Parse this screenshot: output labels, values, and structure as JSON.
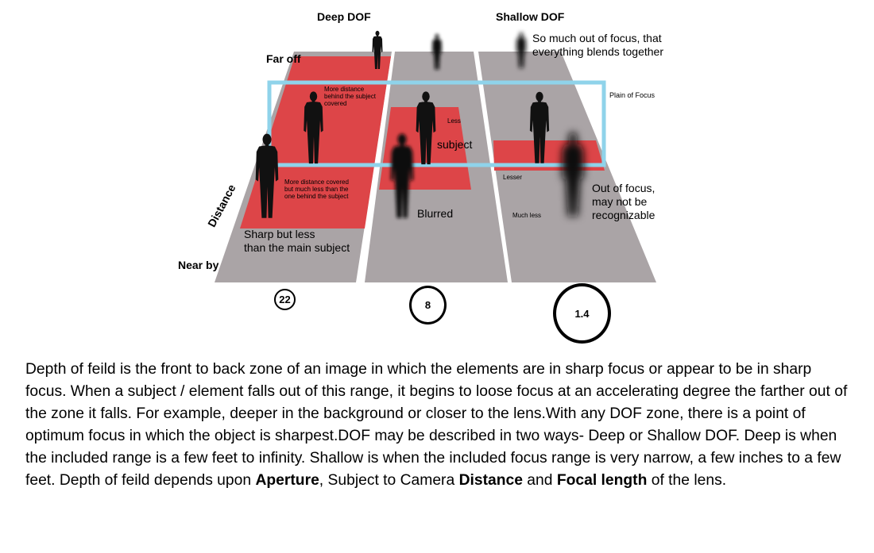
{
  "diagram": {
    "columns": [
      {
        "heading": "Deep DOF",
        "f_number": "22"
      },
      {
        "heading": "",
        "f_number": "8"
      },
      {
        "heading": "Shallow DOF",
        "f_number": "1.4"
      }
    ],
    "distance_axis": {
      "label": "Distance",
      "far": "Far off",
      "near": "Near by"
    },
    "focus_plane_label": "Plain of Focus",
    "annotations": {
      "far_blend": "So much out of focus, that\neverything blends together",
      "deep_behind": "More distance\nbehind the subject\ncovered",
      "deep_front": "More distance covered\nbut much less than the\none behind the subject",
      "deep_near": "Sharp but less\nthan the main subject",
      "mid_less": "Less",
      "subject": "subject",
      "mid_blurred": "Blurred",
      "shallow_lesser": "Lesser",
      "shallow_much_less": "Much less",
      "shallow_out_of_focus": "Out of focus,\nmay not be\nrecognizable"
    },
    "colors": {
      "floor": "#aaa4a6",
      "sharp_zone": "#dd4548",
      "focus_plane": "#8fd3ea",
      "figure": "#111111"
    }
  },
  "description": {
    "text_1": "Depth of feild is the front to back zone of an image in which the elements are in sharp focus or appear to be in sharp focus. When a subject / element falls out of this range, it begins to loose focus at an accelerating degree the farther out of the zone it falls. For example, deeper in the background or closer to the lens.With any DOF zone, there is a point of optimum focus in which the object is sharpest.DOF may be described in two ways- Deep or Shallow DOF. Deep is when the included range is a few feet to infinity. Shallow is when the included focus range is very narrow, a few inches to a few feet. Depth of feild depends upon ",
    "bold_1": "Aperture",
    "text_2": ", Subject to Camera ",
    "bold_2": "Distance",
    "text_3": " and ",
    "bold_3": "Focal length",
    "text_4": " of the lens."
  }
}
